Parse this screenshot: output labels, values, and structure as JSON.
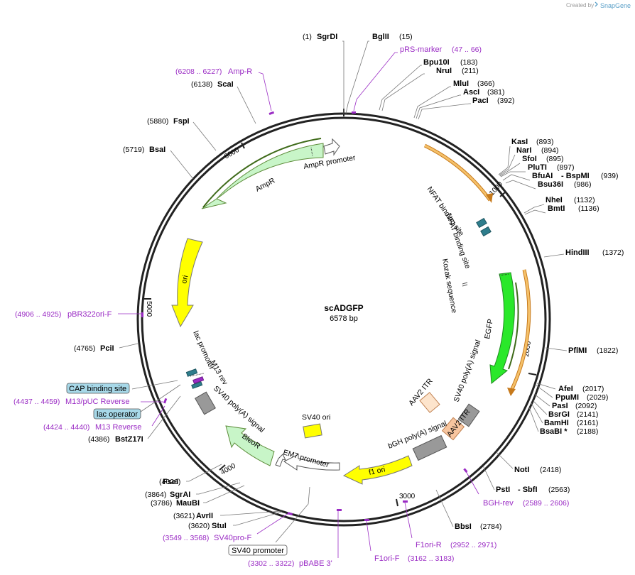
{
  "credit": {
    "prefix": "Created by",
    "brand": "SnapGene"
  },
  "plasmid": {
    "name": "scADGFP",
    "size": "6578 bp"
  },
  "ticks": [
    "1000",
    "2000",
    "3000",
    "4000",
    "5000",
    "6000"
  ],
  "enzymes": [
    {
      "pre": "(1)",
      "name": "SgrDI"
    },
    {
      "name": "BglII",
      "post": "(15)"
    },
    {
      "name": "Bpu10I",
      "post": "(183)"
    },
    {
      "name": "NruI",
      "post": "(211)"
    },
    {
      "name": "MluI",
      "post": "(366)"
    },
    {
      "name": "AscI",
      "post": "(381)"
    },
    {
      "name": "PacI",
      "post": "(392)"
    },
    {
      "name": "KasI",
      "post": "(893)"
    },
    {
      "name": "NarI",
      "post": "(894)"
    },
    {
      "name": "SfoI",
      "post": "(895)"
    },
    {
      "name": "PluTI",
      "post": "(897)"
    },
    {
      "name": "BfuAI",
      "name2": "- BspMI",
      "post": "(939)"
    },
    {
      "name": "Bsu36I",
      "post": "(986)"
    },
    {
      "name": "NheI",
      "post": "(1132)"
    },
    {
      "name": "BmtI",
      "post": "(1136)"
    },
    {
      "name": "HindIII",
      "post": "(1372)"
    },
    {
      "name": "PflMI",
      "post": "(1822)"
    },
    {
      "name": "AfeI",
      "post": "(2017)"
    },
    {
      "name": "PpuMI",
      "post": "(2029)"
    },
    {
      "name": "PasI",
      "post": "(2092)"
    },
    {
      "name": "BsrGI",
      "post": "(2141)"
    },
    {
      "name": "BamHI",
      "post": "(2161)"
    },
    {
      "name": "BsaBI *",
      "post": "(2188)"
    },
    {
      "name": "NotI",
      "post": "(2418)"
    },
    {
      "name": "PstI",
      "name2": "- SbfI",
      "post": "(2563)"
    },
    {
      "name": "BbsI",
      "post": "(2784)"
    },
    {
      "pre": "(4026)",
      "name": "FseI"
    },
    {
      "pre": "(3864)",
      "name": "SgrAI"
    },
    {
      "pre": "(3786)",
      "name": "MauBI"
    },
    {
      "pre": "(3621)",
      "name": "AvrII"
    },
    {
      "pre": "(3620)",
      "name": "StuI"
    },
    {
      "pre": "(4386)",
      "name": "BstZ17I"
    },
    {
      "pre": "(4765)",
      "name": "PciI"
    },
    {
      "pre": "(5719)",
      "name": "BsaI"
    },
    {
      "pre": "(5880)",
      "name": "FspI"
    },
    {
      "pre": "(6138)",
      "name": "ScaI"
    }
  ],
  "primers": [
    {
      "label": "pRS-marker",
      "range": "(47 .. 66)"
    },
    {
      "label": "Amp-R",
      "range": "(6208 .. 6227)"
    },
    {
      "label": "pBR322ori-F",
      "range": "(4906 .. 4925)"
    },
    {
      "label": "M13/pUC Reverse",
      "range": "(4437 .. 4459)"
    },
    {
      "label": "M13 Reverse",
      "range": "(4424 .. 4440)"
    },
    {
      "label": "SV40pro-F",
      "range": "(3549 .. 3568)"
    },
    {
      "label": "pBABE 3'",
      "range": "(3302 .. 3322)"
    },
    {
      "label": "F1ori-F",
      "range": "(3162 .. 3183)"
    },
    {
      "label": "F1ori-R",
      "range": "(2952 .. 2971)"
    },
    {
      "label": "BGH-rev",
      "range": "(2589 .. 2606)"
    }
  ],
  "boxed_labels": {
    "cap": "CAP binding site",
    "lacop": "lac operator",
    "sv40prom": "SV40 promoter"
  },
  "features": {
    "ampr_promoter": "AmpR promoter",
    "ampr": "AmpR",
    "ori": "ori",
    "nfat1": "NFAT binding site",
    "nfat2": "NFAT binding site",
    "kozak": "Kozak sequence",
    "egfp": "EGFP",
    "sv40pa1": "SV40 poly(A) signal",
    "aav2itr1": "AAV2 ITR",
    "aav2itr2": "AAV2 ITR",
    "bgh": "bGH poly(A) signal",
    "sv40ori": "SV40 ori",
    "f1ori": "f1 ori",
    "em7": "EM7 promoter",
    "bleor": "BleoR",
    "sv40pa2": "SV40 poly(A) signal",
    "lacprom": "lac promoter",
    "m13rev": "M13 rev"
  },
  "colors": {
    "backbone": "#222222",
    "ampr": "#c8f5c8",
    "ori": "#ffff00",
    "egfp": "#2ae82a",
    "orange_arrow": "#e8a23a",
    "f1ori": "#ffff00",
    "primer": "#9a2bc4",
    "nfat": "#2e7d8c",
    "gray_box": "#999999"
  }
}
